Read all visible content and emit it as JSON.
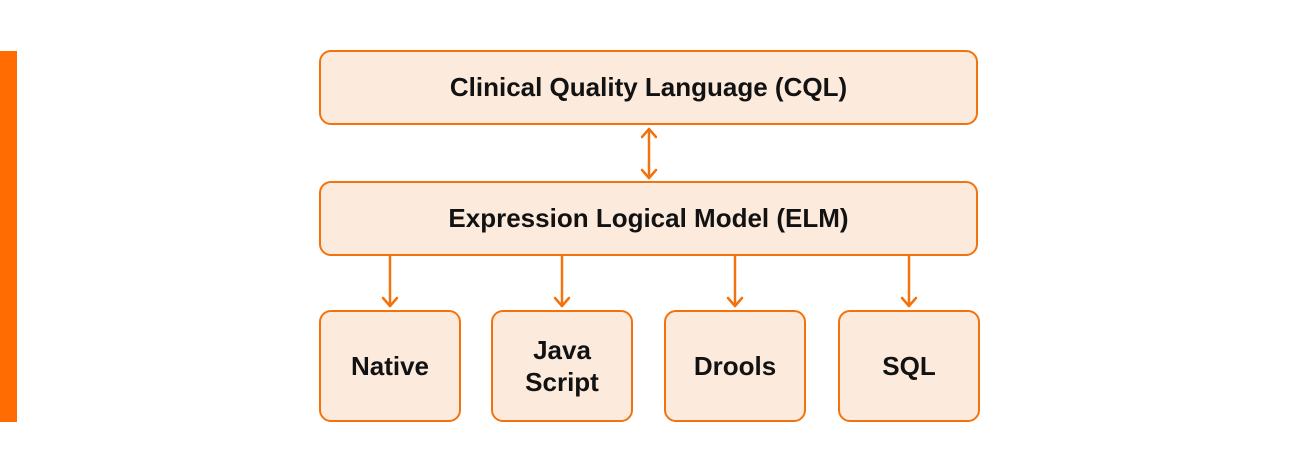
{
  "colors": {
    "box_border": "#F2730D",
    "box_fill": "#FCEADC",
    "accent_bar": "#FF6C01",
    "arrow": "#F2730D",
    "text": "#121212",
    "background": "#FFFFFF"
  },
  "diagram": {
    "cql_label": "Clinical Quality Language (CQL)",
    "elm_label": "Expression Logical Model (ELM)",
    "targets": [
      {
        "label": "Native"
      },
      {
        "label": "Java Script"
      },
      {
        "label": "Drools"
      },
      {
        "label": "SQL"
      }
    ],
    "connections": [
      {
        "from": "Clinical Quality Language (CQL)",
        "to": "Expression Logical Model (ELM)",
        "type": "bidirectional"
      },
      {
        "from": "Expression Logical Model (ELM)",
        "to": "Native",
        "type": "down"
      },
      {
        "from": "Expression Logical Model (ELM)",
        "to": "Java Script",
        "type": "down"
      },
      {
        "from": "Expression Logical Model (ELM)",
        "to": "Drools",
        "type": "down"
      },
      {
        "from": "Expression Logical Model (ELM)",
        "to": "SQL",
        "type": "down"
      }
    ]
  }
}
